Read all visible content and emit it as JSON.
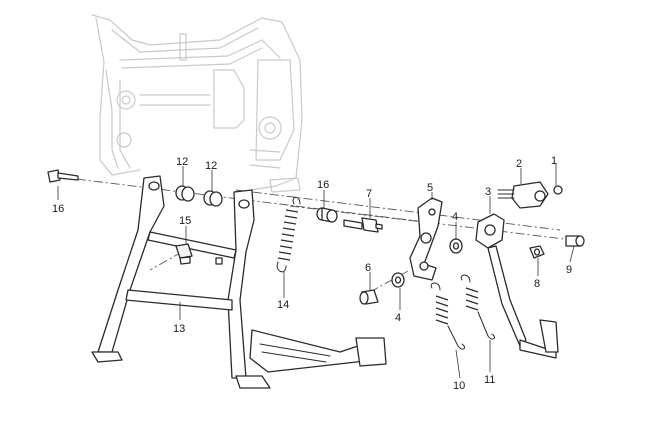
{
  "callouts": {
    "c1": "1",
    "c2": "2",
    "c3": "3",
    "c4a": "4",
    "c4b": "4",
    "c5": "5",
    "c6": "6",
    "c7": "7",
    "c8": "8",
    "c9": "9",
    "c10": "10",
    "c11": "11",
    "c12a": "12",
    "c12b": "12",
    "c13": "13",
    "c14": "14",
    "c15": "15",
    "c16a": "16",
    "c16b": "16"
  }
}
